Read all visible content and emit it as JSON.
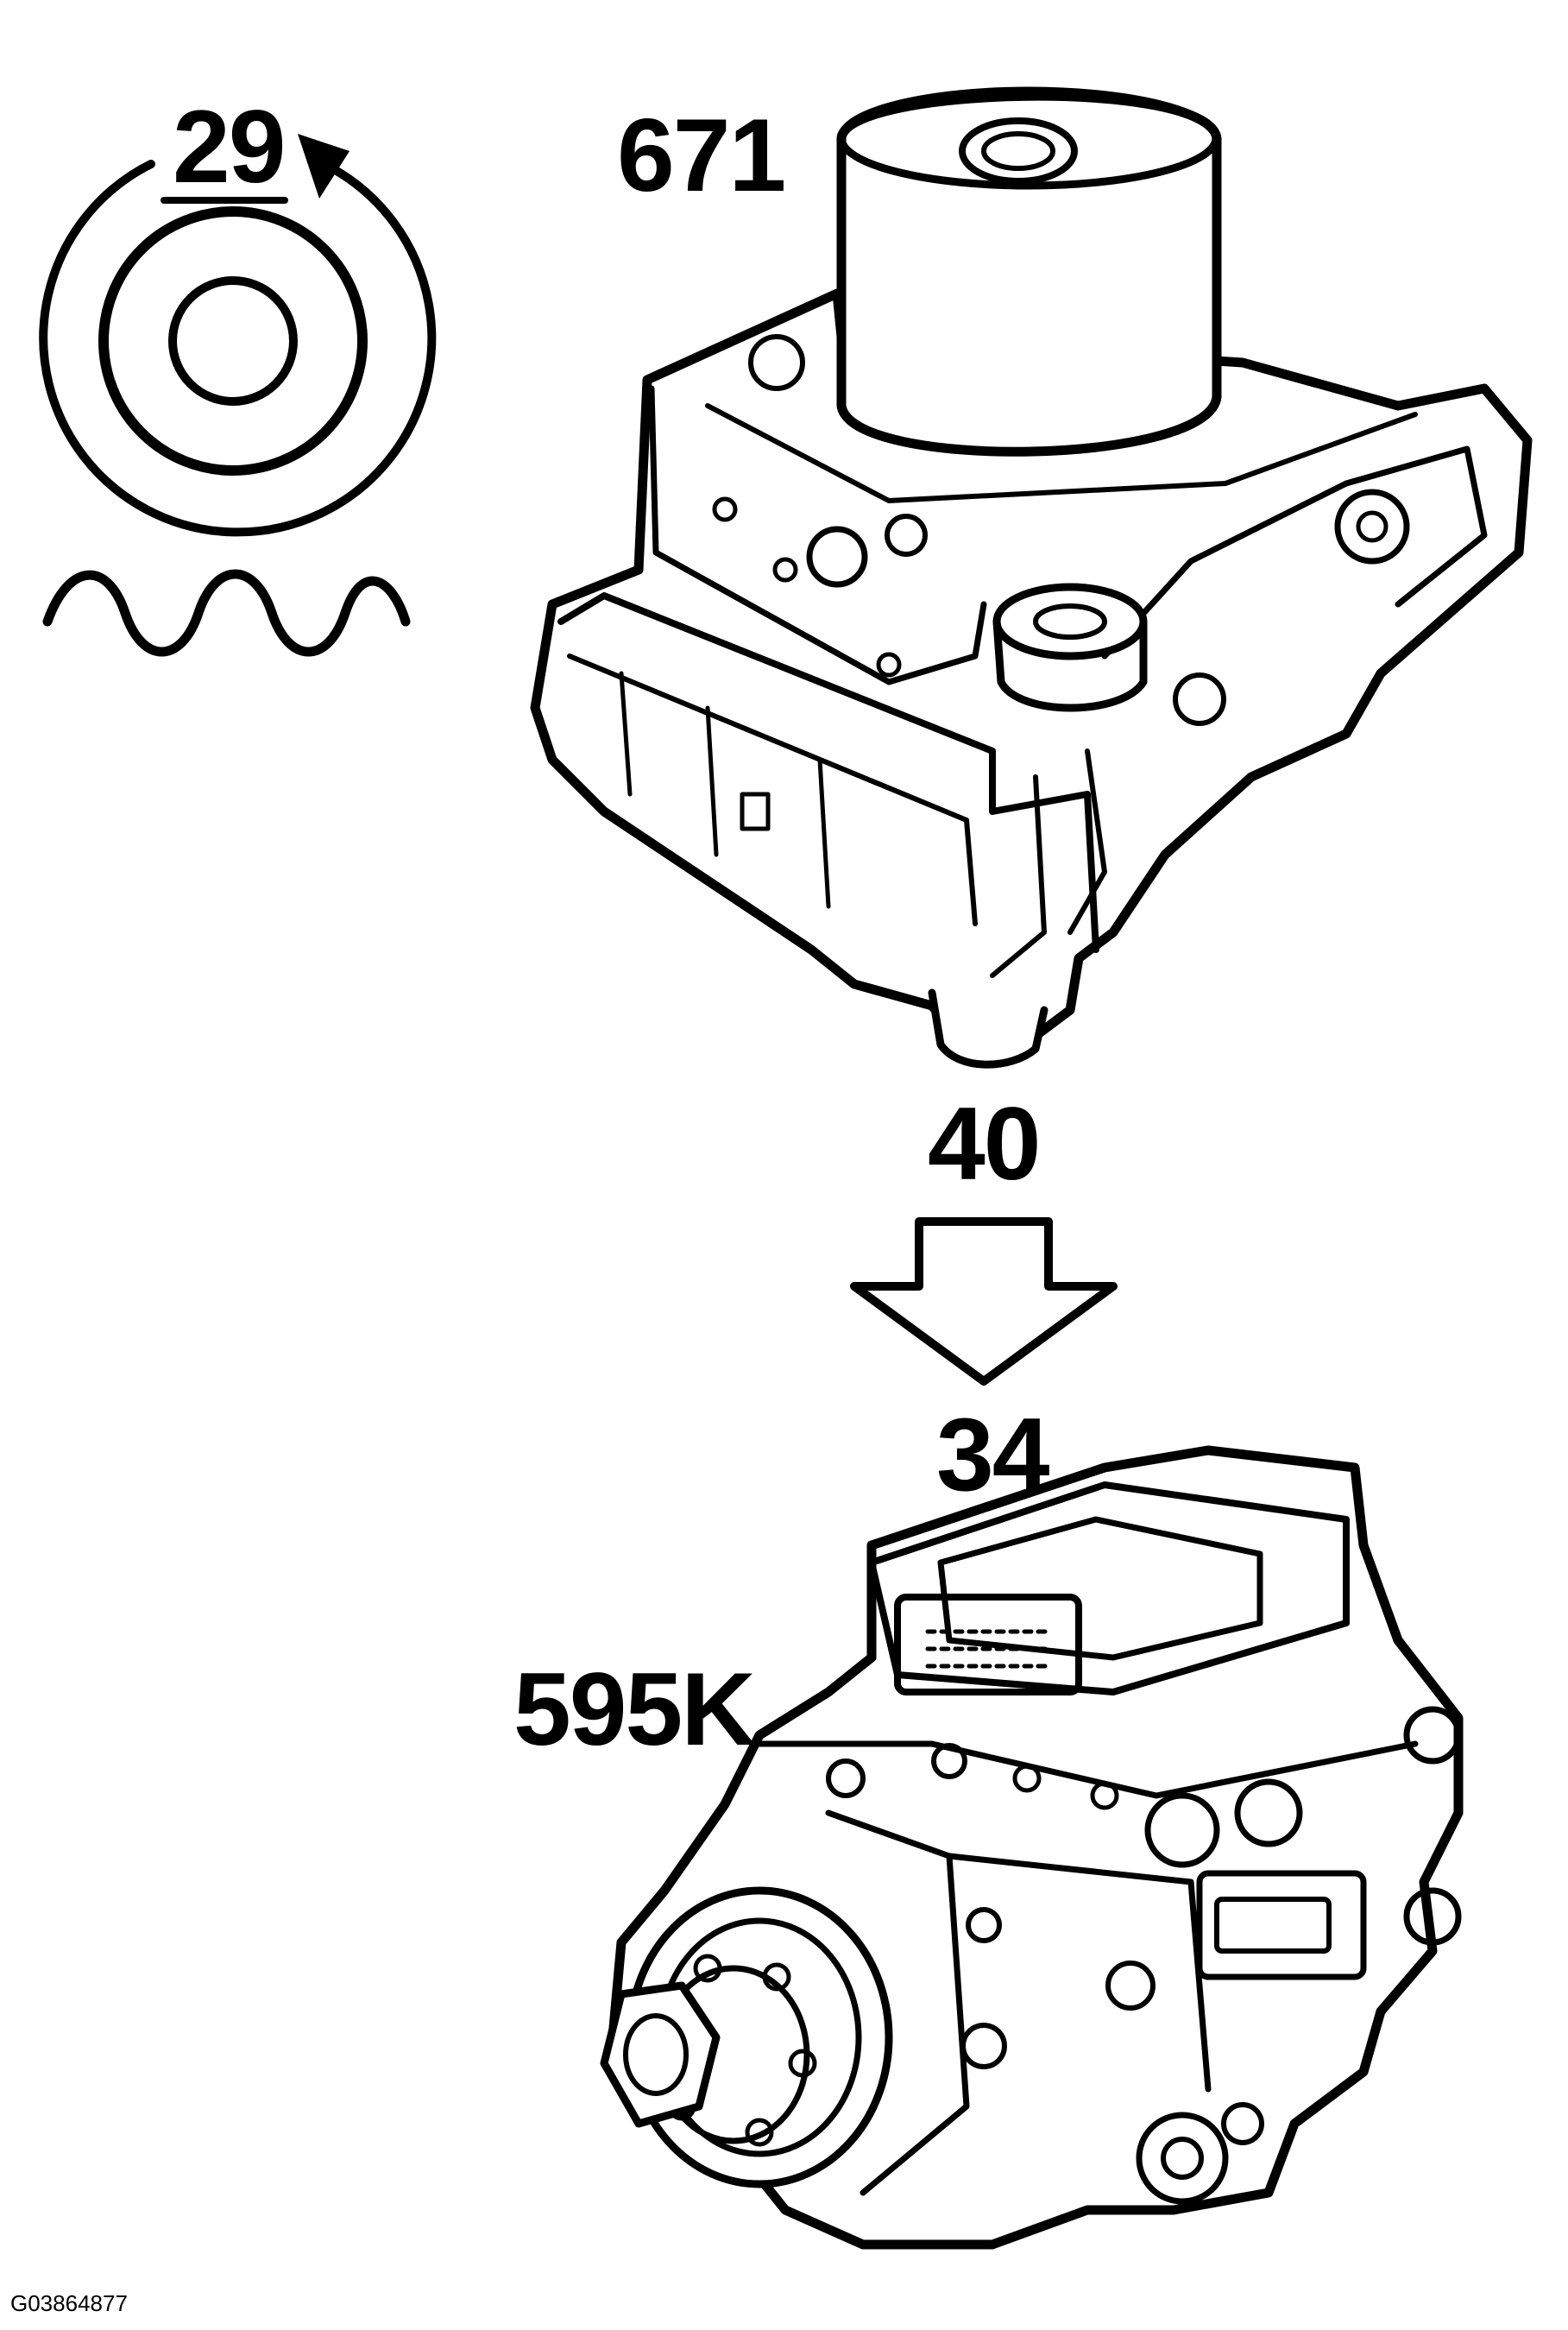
{
  "labels": {
    "torque_value": "29",
    "module_number": "671",
    "tightening_angle": "40",
    "pump_torque": "34",
    "pump_number": "595K",
    "figure_id": "G03864877"
  },
  "icons": {
    "rotation": "rotation-arrow-icon",
    "wave": "wave-symbol-icon",
    "down_arrow": "down-arrow-icon"
  },
  "colors": {
    "ink": "#000000",
    "paper": "#ffffff"
  }
}
